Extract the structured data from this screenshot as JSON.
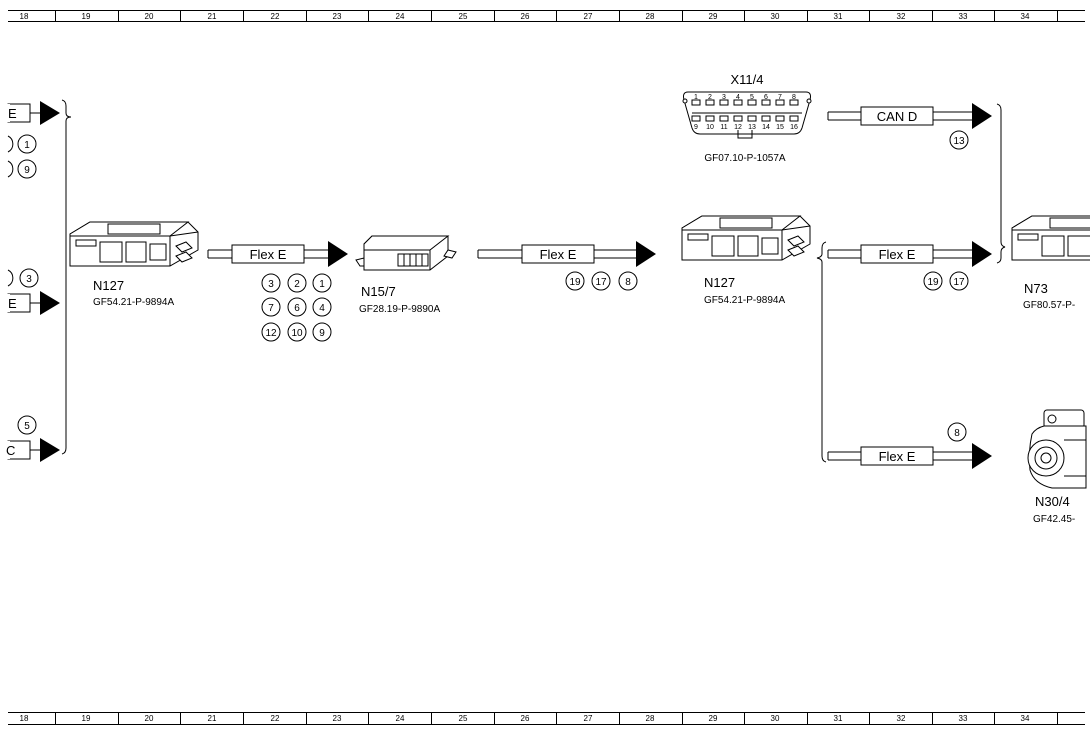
{
  "ruler": {
    "numbers": [
      "18",
      "19",
      "20",
      "21",
      "22",
      "23",
      "24",
      "25",
      "26",
      "27",
      "28",
      "29",
      "30",
      "31",
      "32",
      "33",
      "34"
    ]
  },
  "components": {
    "n127_left": {
      "name": "N127",
      "ref": "GF54.21-P-9894A"
    },
    "n15_7": {
      "name": "N15/7",
      "ref": "GF28.19-P-9890A"
    },
    "n127_center": {
      "name": "N127",
      "ref": "GF54.21-P-9894A"
    },
    "x11_4": {
      "name": "X11/4",
      "ref": "GF07.10-P-1057A",
      "pins_top": [
        "1",
        "2",
        "3",
        "4",
        "5",
        "6",
        "7",
        "8"
      ],
      "pins_bottom": [
        "9",
        "10",
        "11",
        "12",
        "13",
        "14",
        "15",
        "16"
      ]
    },
    "n73": {
      "name": "N73",
      "ref": "GF80.57-P-"
    },
    "n30_4": {
      "name": "N30/4",
      "ref": "GF42.45-"
    }
  },
  "buses": {
    "flex_e_1": "Flex E",
    "flex_e_2": "Flex E",
    "flex_e_3": "Flex E",
    "flex_e_4": "Flex E",
    "can_d": "CAN D",
    "left_partial_1": "E",
    "left_partial_2": "E",
    "left_partial_3": "C"
  },
  "circles": {
    "left": [
      "1",
      "9",
      "3",
      "5"
    ],
    "group_a": [
      "3",
      "2",
      "1",
      "7",
      "6",
      "4",
      "12",
      "10",
      "9"
    ],
    "group_b": [
      "19",
      "17",
      "8"
    ],
    "can_d": [
      "13"
    ],
    "flex_mid": [
      "19",
      "17"
    ],
    "flex_low": [
      "8"
    ]
  }
}
